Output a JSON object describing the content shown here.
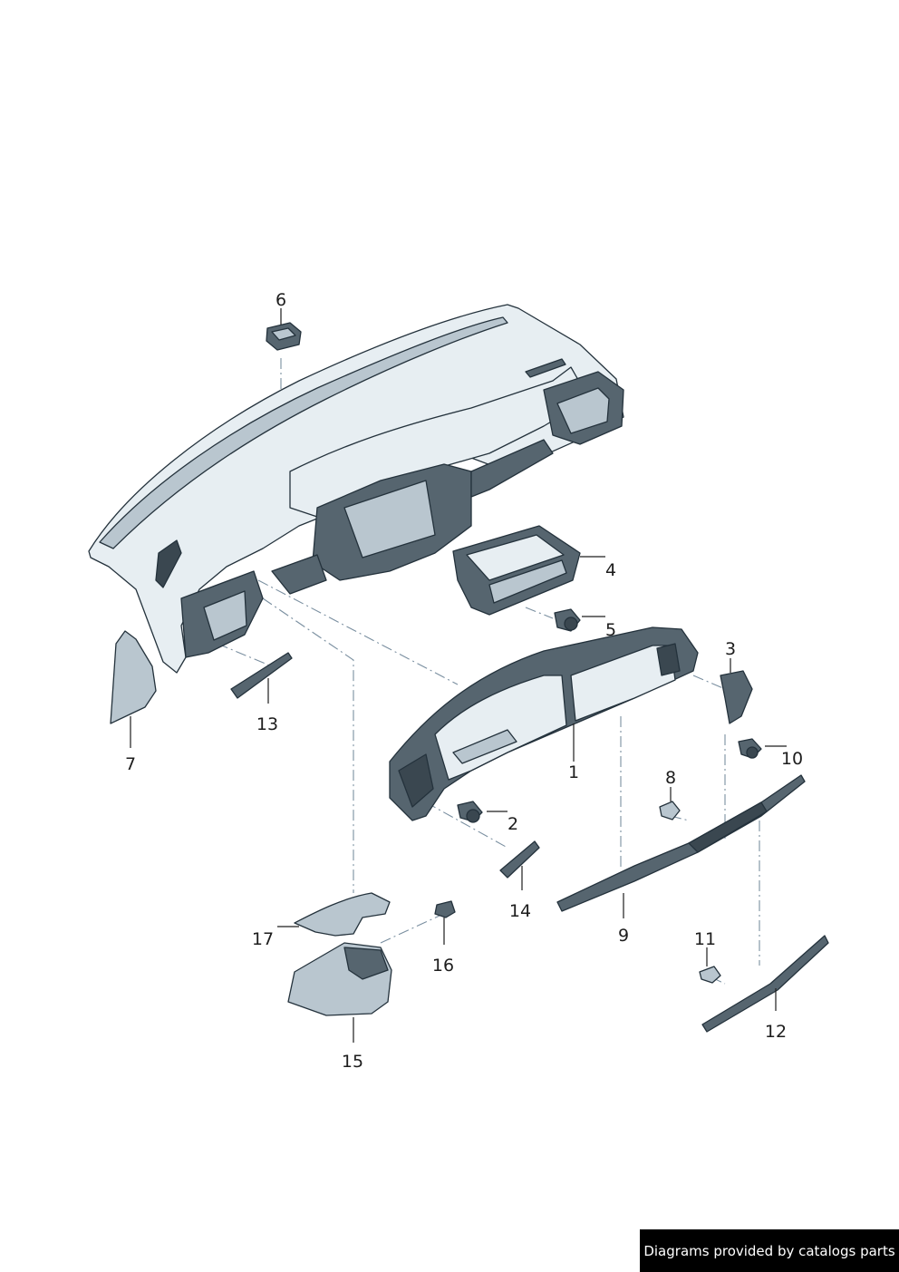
{
  "diagram": {
    "callouts": [
      "1",
      "2",
      "3",
      "4",
      "5",
      "6",
      "7",
      "8",
      "9",
      "10",
      "11",
      "12",
      "13",
      "14",
      "15",
      "16",
      "17"
    ]
  },
  "credit": "Diagrams provided by catalogs parts",
  "colors": {
    "part_light": "#e7eef2",
    "part_mid": "#b9c6cf",
    "part_dark": "#56656f",
    "outline": "#24323c",
    "dash_line": "#7a8fa0"
  }
}
